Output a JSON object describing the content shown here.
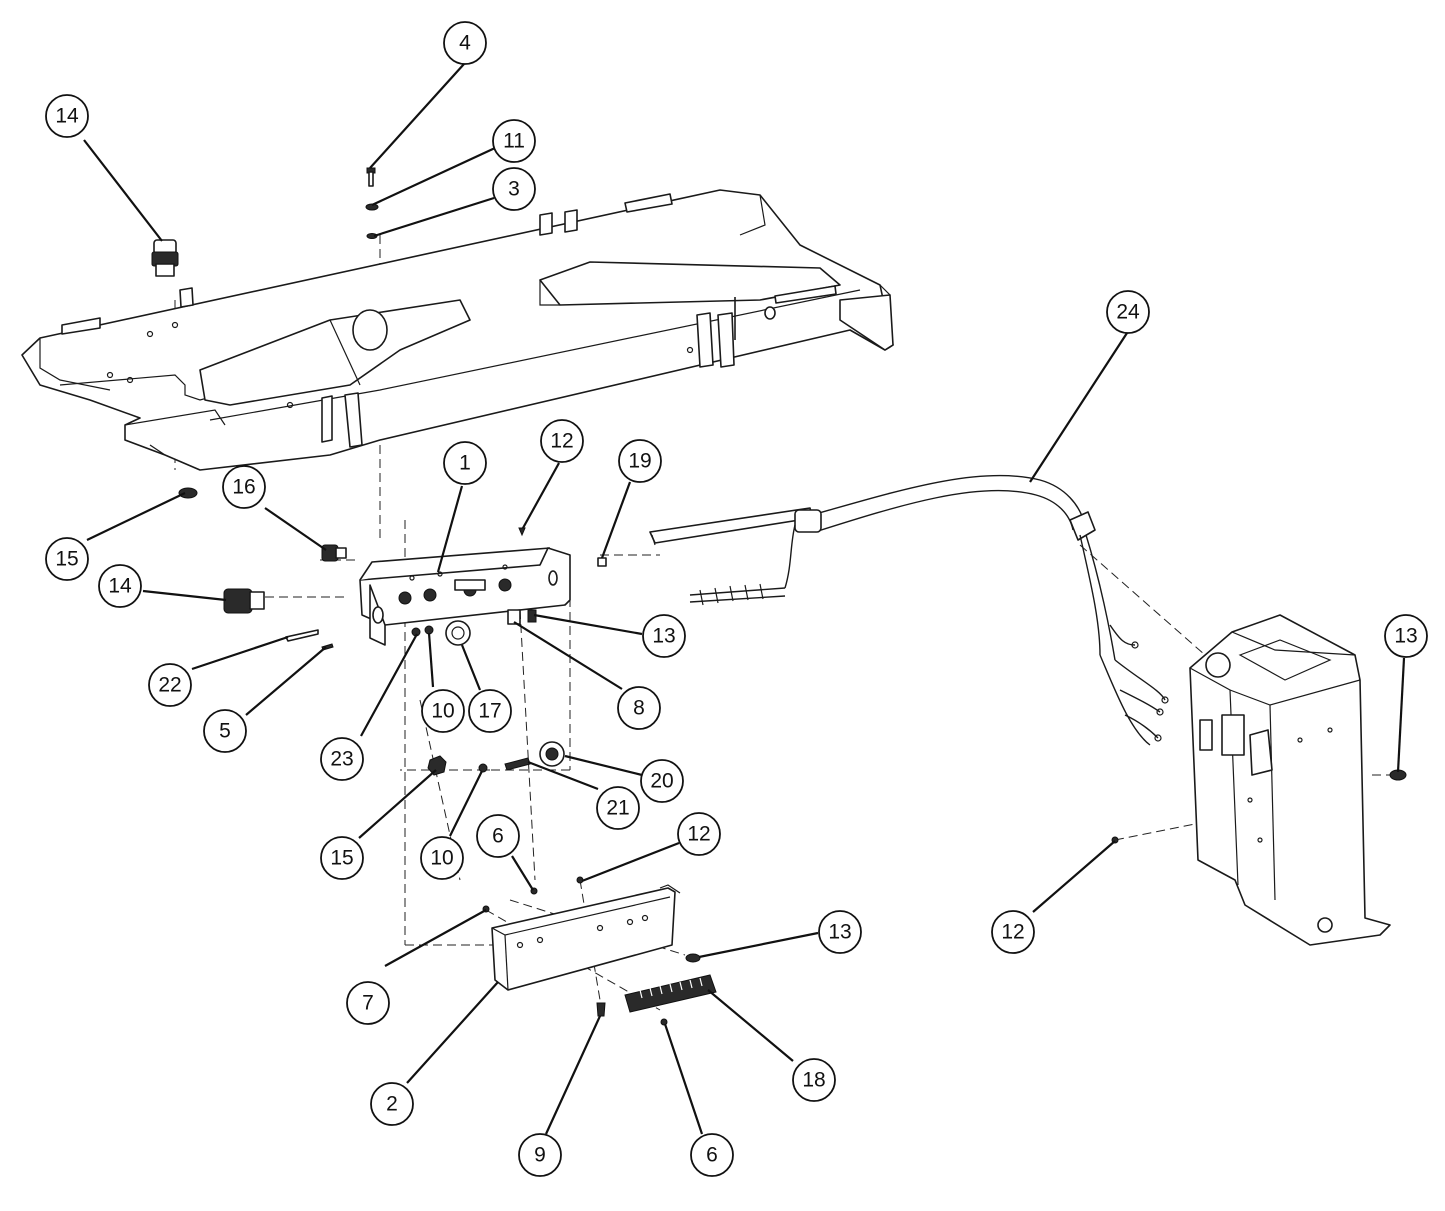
{
  "callouts": [
    {
      "id": "c4",
      "label": "4"
    },
    {
      "id": "c11",
      "label": "11"
    },
    {
      "id": "c3",
      "label": "3"
    },
    {
      "id": "c14a",
      "label": "14"
    },
    {
      "id": "c24",
      "label": "24"
    },
    {
      "id": "c1",
      "label": "1"
    },
    {
      "id": "c12a",
      "label": "12"
    },
    {
      "id": "c19",
      "label": "19"
    },
    {
      "id": "c16",
      "label": "16"
    },
    {
      "id": "c15a",
      "label": "15"
    },
    {
      "id": "c14b",
      "label": "14"
    },
    {
      "id": "c13a",
      "label": "13"
    },
    {
      "id": "c22",
      "label": "22"
    },
    {
      "id": "c5",
      "label": "5"
    },
    {
      "id": "c10a",
      "label": "10"
    },
    {
      "id": "c17",
      "label": "17"
    },
    {
      "id": "c8",
      "label": "8"
    },
    {
      "id": "c23",
      "label": "23"
    },
    {
      "id": "c20",
      "label": "20"
    },
    {
      "id": "c21",
      "label": "21"
    },
    {
      "id": "c15b",
      "label": "15"
    },
    {
      "id": "c10b",
      "label": "10"
    },
    {
      "id": "c6a",
      "label": "6"
    },
    {
      "id": "c12b",
      "label": "12"
    },
    {
      "id": "c13b",
      "label": "13"
    },
    {
      "id": "c13c",
      "label": "13"
    },
    {
      "id": "c12c",
      "label": "12"
    },
    {
      "id": "c7",
      "label": "7"
    },
    {
      "id": "c18",
      "label": "18"
    },
    {
      "id": "c2",
      "label": "2"
    },
    {
      "id": "c9",
      "label": "9"
    },
    {
      "id": "c6b",
      "label": "6"
    }
  ]
}
